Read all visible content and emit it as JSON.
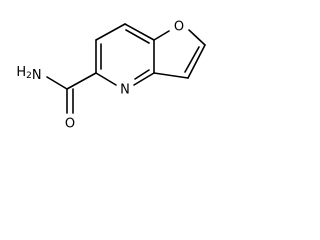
{
  "molecule": {
    "atoms": {
      "furan_oxygen": "O",
      "pyridine_nitrogen": "N",
      "carbonyl_oxygen": "O",
      "amide_nitrogen": "H2N"
    }
  }
}
